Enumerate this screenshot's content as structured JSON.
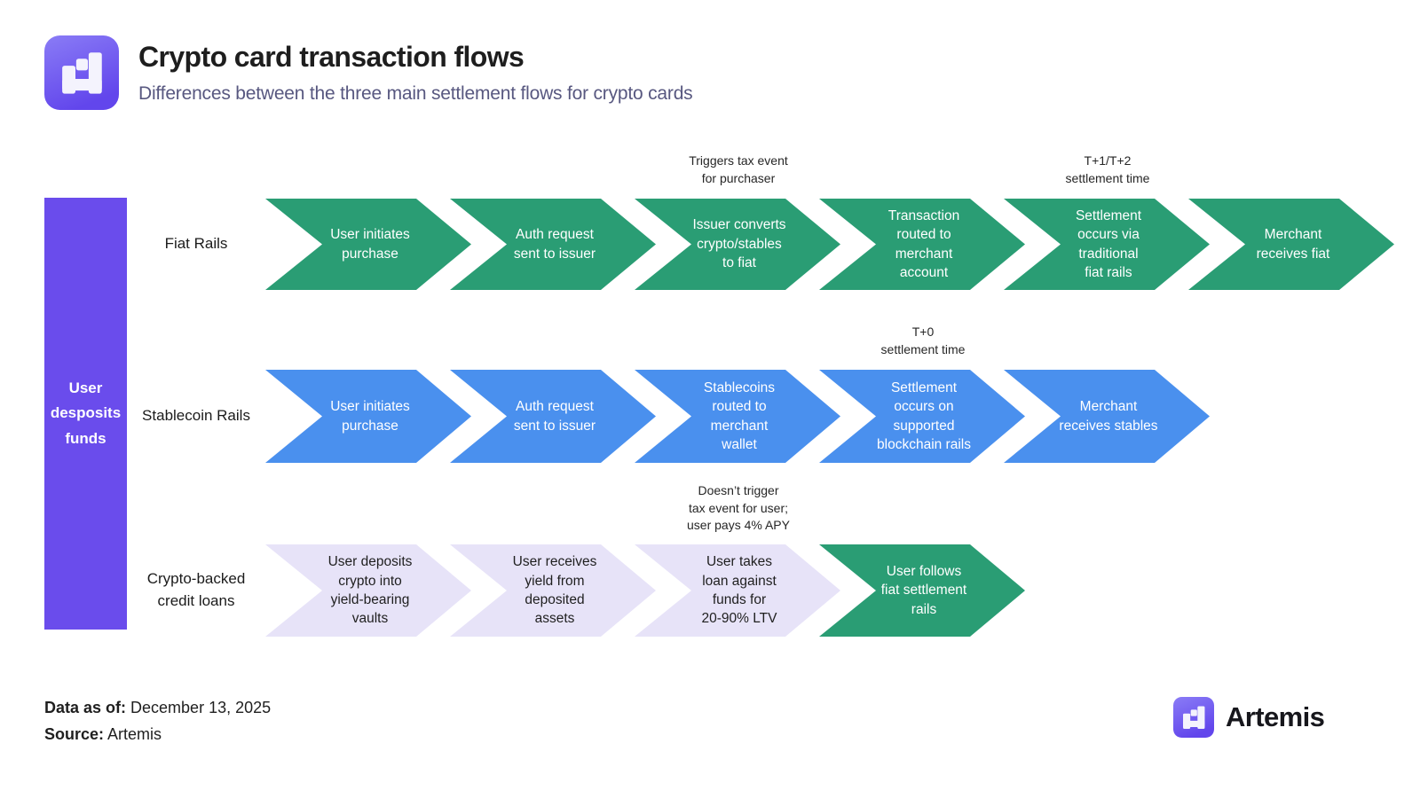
{
  "header": {
    "title": "Crypto card transaction flows",
    "subtitle": "Differences between the three main settlement flows for crypto cards",
    "logo_icon": "artemis-logo"
  },
  "left_bar": {
    "label": "User\ndesposits\nfunds",
    "color": "#6a4cec"
  },
  "palette": {
    "fiat_green": "#2a9d74",
    "stablecoin_blue": "#4a90ee",
    "loan_lavender": "#e7e3f8",
    "bar_purple": "#6a4cec",
    "subtitle_color": "#585880"
  },
  "rows": [
    {
      "label": "Fiat Rails",
      "color": "#2a9d74",
      "steps": [
        {
          "text": "User initiates\npurchase"
        },
        {
          "text": "Auth request\nsent to issuer"
        },
        {
          "text": "Issuer converts\ncrypto/stables\nto fiat"
        },
        {
          "text": "Transaction\nrouted to\nmerchant\naccount"
        },
        {
          "text": "Settlement\noccurs via\ntraditional\nfiat rails"
        },
        {
          "text": "Merchant\nreceives fiat"
        }
      ],
      "annotations": [
        {
          "above_step": 3,
          "text": "Triggers tax event\nfor purchaser"
        },
        {
          "above_step": 5,
          "text": "T+1/T+2\nsettlement time"
        }
      ]
    },
    {
      "label": "Stablecoin Rails",
      "color": "#4a90ee",
      "steps": [
        {
          "text": "User initiates\npurchase"
        },
        {
          "text": "Auth request\nsent to issuer"
        },
        {
          "text": "Stablecoins\nrouted to\nmerchant\nwallet"
        },
        {
          "text": "Settlement\noccurs on\nsupported\nblockchain rails"
        },
        {
          "text": "Merchant\nreceives stables"
        }
      ],
      "annotations": [
        {
          "above_step": 4,
          "text": "T+0\nsettlement time"
        }
      ]
    },
    {
      "label": "Crypto-backed\ncredit loans",
      "color": "#e7e3f8",
      "steps": [
        {
          "text": "User deposits\ncrypto into\nyield-bearing\nvaults"
        },
        {
          "text": "User receives\nyield from\ndeposited\nassets"
        },
        {
          "text": "User takes\nloan against\nfunds for\n20-90% LTV"
        },
        {
          "text": "User follows\nfiat settlement\nrails",
          "color": "#2a9d74"
        }
      ],
      "annotations": [
        {
          "above_step": 3,
          "text": "Doesn’t trigger\ntax event for user;\nuser pays 4% APY"
        }
      ]
    }
  ],
  "footer": {
    "data_as_of_label": "Data as of:",
    "data_as_of_value": " December 13, 2025",
    "source_label": "Source:",
    "source_value": " Artemis",
    "brand_name": "Artemis",
    "brand_icon": "artemis-logo"
  }
}
